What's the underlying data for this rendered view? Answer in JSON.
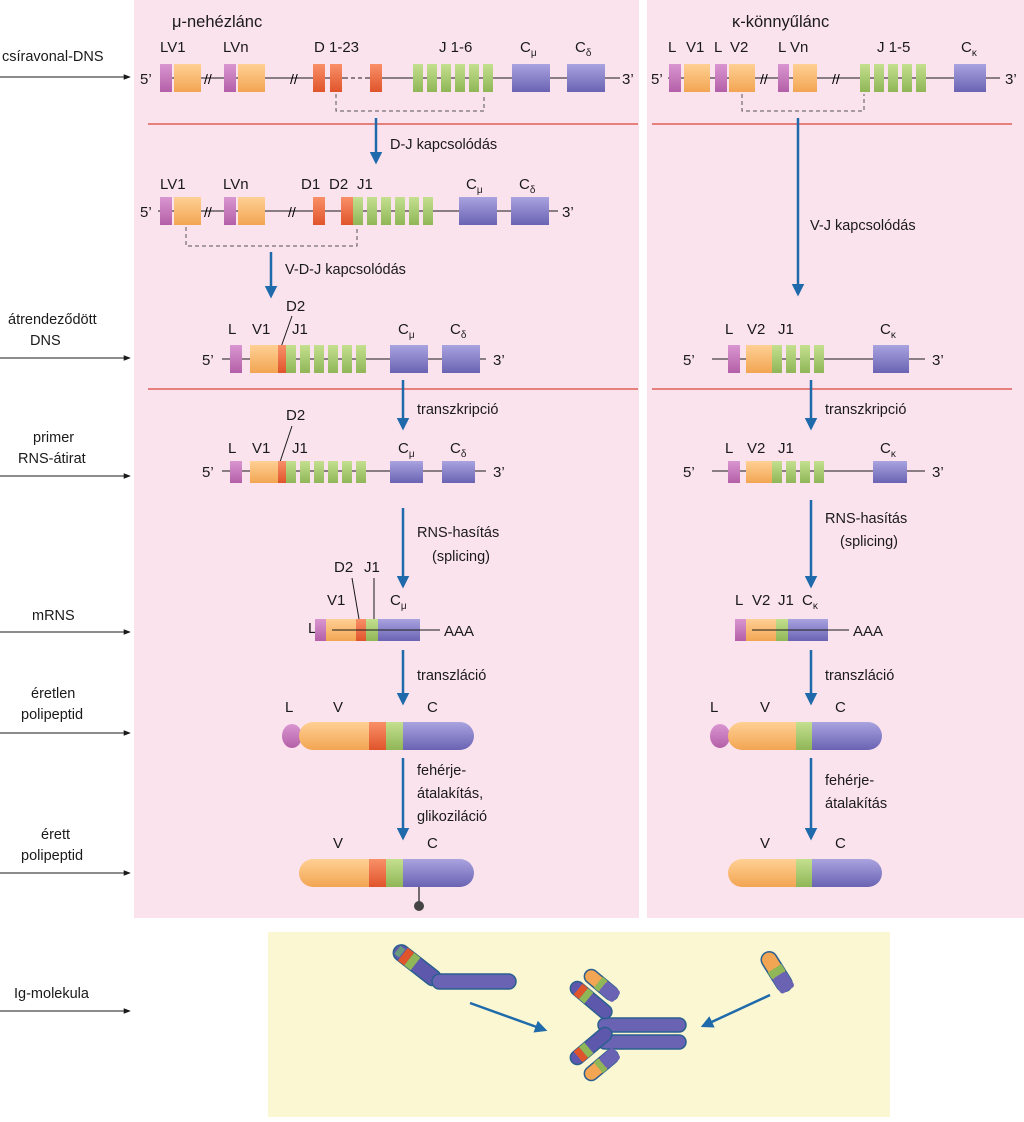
{
  "left_labels": {
    "germline": "csíravonal-DNS",
    "rearranged_1": "átrendeződött",
    "rearranged_2": "DNS",
    "primary_1": "primer",
    "primary_2": "RNS-átirat",
    "mrna": "mRNS",
    "immature_1": "éretlen",
    "immature_2": "polipeptid",
    "mature_1": "érett",
    "mature_2": "polipeptid",
    "ig": "Ig-molekula"
  },
  "heavy": {
    "title": "μ-nehézlánc",
    "germline": {
      "five": "5’",
      "three": "3’",
      "lv1": "LV1",
      "lvn": "LVn",
      "d": "D 1-23",
      "j": "J 1-6",
      "cmu": "C",
      "cmu_sub": "μ",
      "cdelta": "C",
      "cdelta_sub": "δ"
    },
    "dj": {
      "step": "D-J kapcsolódás",
      "five": "5’",
      "three": "3’",
      "lv1": "LV1",
      "lvn": "LVn",
      "d1": "D1",
      "d2": "D2",
      "j1": "J1",
      "cmu": "C",
      "cmu_sub": "μ",
      "cdelta": "C",
      "cdelta_sub": "δ"
    },
    "vdj": {
      "step": "V-D-J kapcsolódás",
      "five": "5’",
      "three": "3’",
      "l": "L",
      "v1": "V1",
      "d2": "D2",
      "j1": "J1",
      "cmu": "C",
      "cmu_sub": "μ",
      "cdelta": "C",
      "cdelta_sub": "δ"
    },
    "primary": {
      "step": "transzkripció",
      "five": "5’",
      "three": "3’",
      "l": "L",
      "v1": "V1",
      "d2": "D2",
      "j1": "J1",
      "cmu": "C",
      "cmu_sub": "μ",
      "cdelta": "C",
      "cdelta_sub": "δ"
    },
    "mrna": {
      "step1": "RNS-hasítás",
      "step2": "(splicing)",
      "l": "L",
      "v1": "V1",
      "d2": "D2",
      "j1": "J1",
      "cmu": "C",
      "cmu_sub": "μ",
      "polya": "AAA"
    },
    "immature": {
      "step": "transzláció",
      "l": "L",
      "v": "V",
      "c": "C"
    },
    "mature": {
      "step1": "fehérje-",
      "step2": "átalakítás,",
      "step3": "glikoziláció",
      "v": "V",
      "c": "C"
    }
  },
  "light": {
    "title": "κ-könnyűlánc",
    "germline": {
      "five": "5’",
      "three": "3’",
      "l1": "L",
      "v1": "V1",
      "l2": "L",
      "v2": "V2",
      "lvn": "L Vn",
      "j": "J 1-5",
      "ck": "C",
      "ck_sub": "κ"
    },
    "vj": {
      "step": "V-J kapcsolódás"
    },
    "rearranged": {
      "five": "5’",
      "three": "3’",
      "l": "L",
      "v2": "V2",
      "j1": "J1",
      "ck": "C",
      "ck_sub": "κ"
    },
    "primary": {
      "step": "transzkripció",
      "five": "5’",
      "three": "3’",
      "l": "L",
      "v2": "V2",
      "j1": "J1",
      "ck": "C",
      "ck_sub": "κ"
    },
    "mrna": {
      "step1": "RNS-hasítás",
      "step2": "(splicing)",
      "l": "L",
      "v2": "V2",
      "j1": "J1",
      "ck": "C",
      "ck_sub": "κ",
      "polya": "AAA"
    },
    "immature": {
      "step": "transzláció",
      "l": "L",
      "v": "V",
      "c": "C"
    },
    "mature": {
      "step1": "fehérje-",
      "step2": "átalakítás",
      "v": "V",
      "c": "C"
    }
  },
  "colors": {
    "panel_pink": "#fbe3ee",
    "panel_yellow": "#fbf7d2",
    "leader": "#c875bd",
    "v": "#f7b46a",
    "d": "#ef6a3c",
    "j": "#a6c96a",
    "c": "#7a74c2",
    "arrow": "#1f6aab",
    "divider": "#d9453a"
  }
}
